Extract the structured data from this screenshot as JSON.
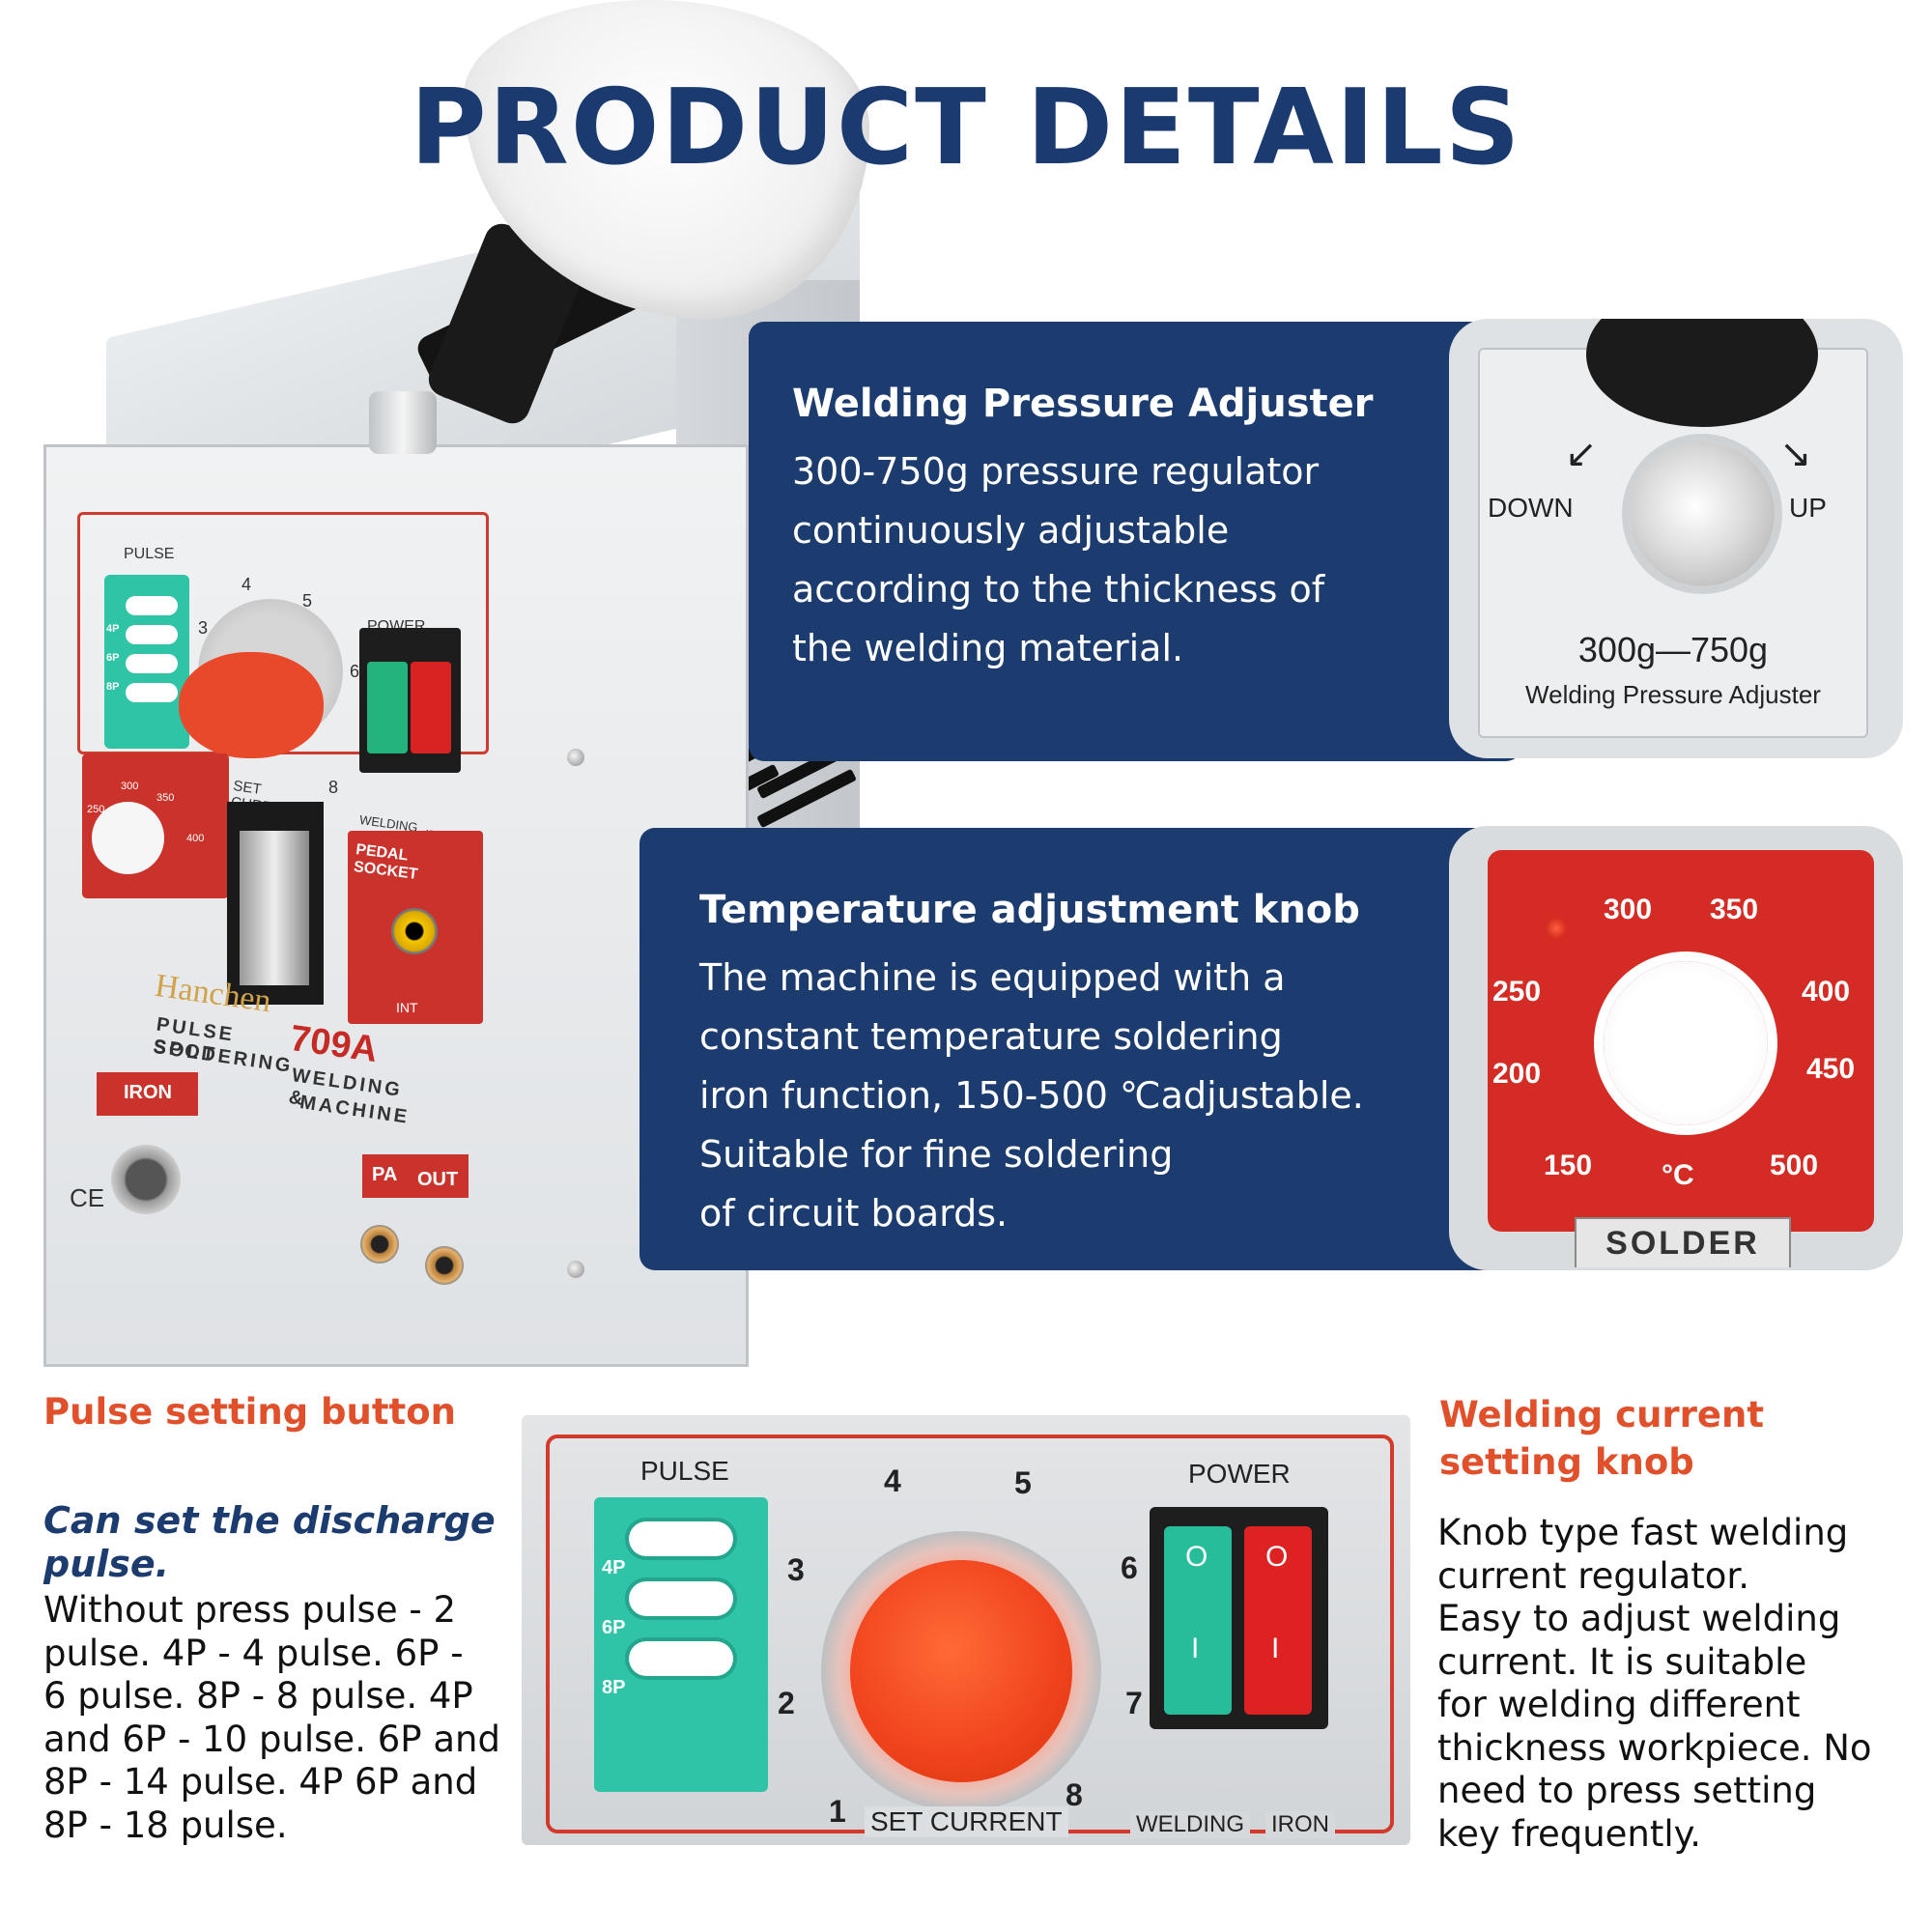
{
  "header": {
    "title": "PRODUCT DETAILS"
  },
  "machine": {
    "panel_labels": {
      "pulse": "PULSE",
      "p4": "4P",
      "p6": "6P",
      "p8": "8P",
      "power": "POWER",
      "set_current": "SET CURRENT",
      "welding": "WELDING",
      "iron_small": "IRON",
      "pedal_socket": "PEDAL SOCKET",
      "int": "INT",
      "iron_tag": "IRON",
      "pa": "PA",
      "out": "OUT",
      "ce": "CE",
      "brand": "Hanchen",
      "model": "709A",
      "name_line1": "PULSE SPOT",
      "name_line2": "SOLDERING",
      "name_line3": "WELDING &",
      "name_line4": "MACHINE",
      "dial_3": "3",
      "dial_4": "4",
      "dial_5": "5",
      "dial_6": "6",
      "dial_8": "8",
      "t250": "250",
      "t300": "300",
      "t350": "350",
      "t400": "400"
    }
  },
  "cards": {
    "pressure": {
      "title": "Welding Pressure Adjuster",
      "description": "300-750g pressure regulator\ncontinuously adjustable\naccording to the thickness of\nthe welding material.",
      "photo": {
        "down": "DOWN",
        "up": "UP",
        "range": "300g—750g",
        "caption": "Welding Pressure Adjuster"
      }
    },
    "temperature": {
      "title": "Temperature adjustment knob",
      "description": "The machine is equipped with a\nconstant temperature soldering\niron function, 150-500 ℃adjustable.\nSuitable for fine soldering\nof circuit boards.",
      "photo": {
        "t150": "150",
        "t200": "200",
        "t250": "250",
        "t300": "300",
        "t350": "350",
        "t400": "400",
        "t450": "450",
        "t500": "500",
        "unit": "°C",
        "plate": "SOLDER"
      }
    }
  },
  "pulse_section": {
    "title": "Pulse setting button",
    "subtitle": "Can set the discharge\npulse.",
    "body": "Without press pulse - 2\npulse. 4P - 4 pulse. 6P -\n6 pulse. 8P - 8 pulse. 4P\nand 6P - 10 pulse. 6P and\n8P - 14 pulse. 4P 6P and\n8P - 18 pulse."
  },
  "current_photo": {
    "pulse": "PULSE",
    "p4": "4P",
    "p6": "6P",
    "p8": "8P",
    "power": "POWER",
    "n1": "1",
    "n2": "2",
    "n3": "3",
    "n4": "4",
    "n5": "5",
    "n6": "6",
    "n7": "7",
    "n8": "8",
    "set_current": "SET CURRENT",
    "welding": "WELDING",
    "iron": "IRON",
    "sw_on": "O",
    "sw_off": "I"
  },
  "current_section": {
    "title": "Welding current\nsetting knob",
    "body": "Knob type fast welding\ncurrent regulator.\nEasy to adjust welding\ncurrent. It is suitable\nfor welding different\nthickness workpiece. No\nneed to press setting\nkey frequently."
  },
  "colors": {
    "title_blue": "#1b3b70",
    "card_blue": "#1c3b6f",
    "accent_orange": "#e0502a",
    "panel_red": "#d42c24",
    "pulse_teal": "#2fc3a8"
  }
}
